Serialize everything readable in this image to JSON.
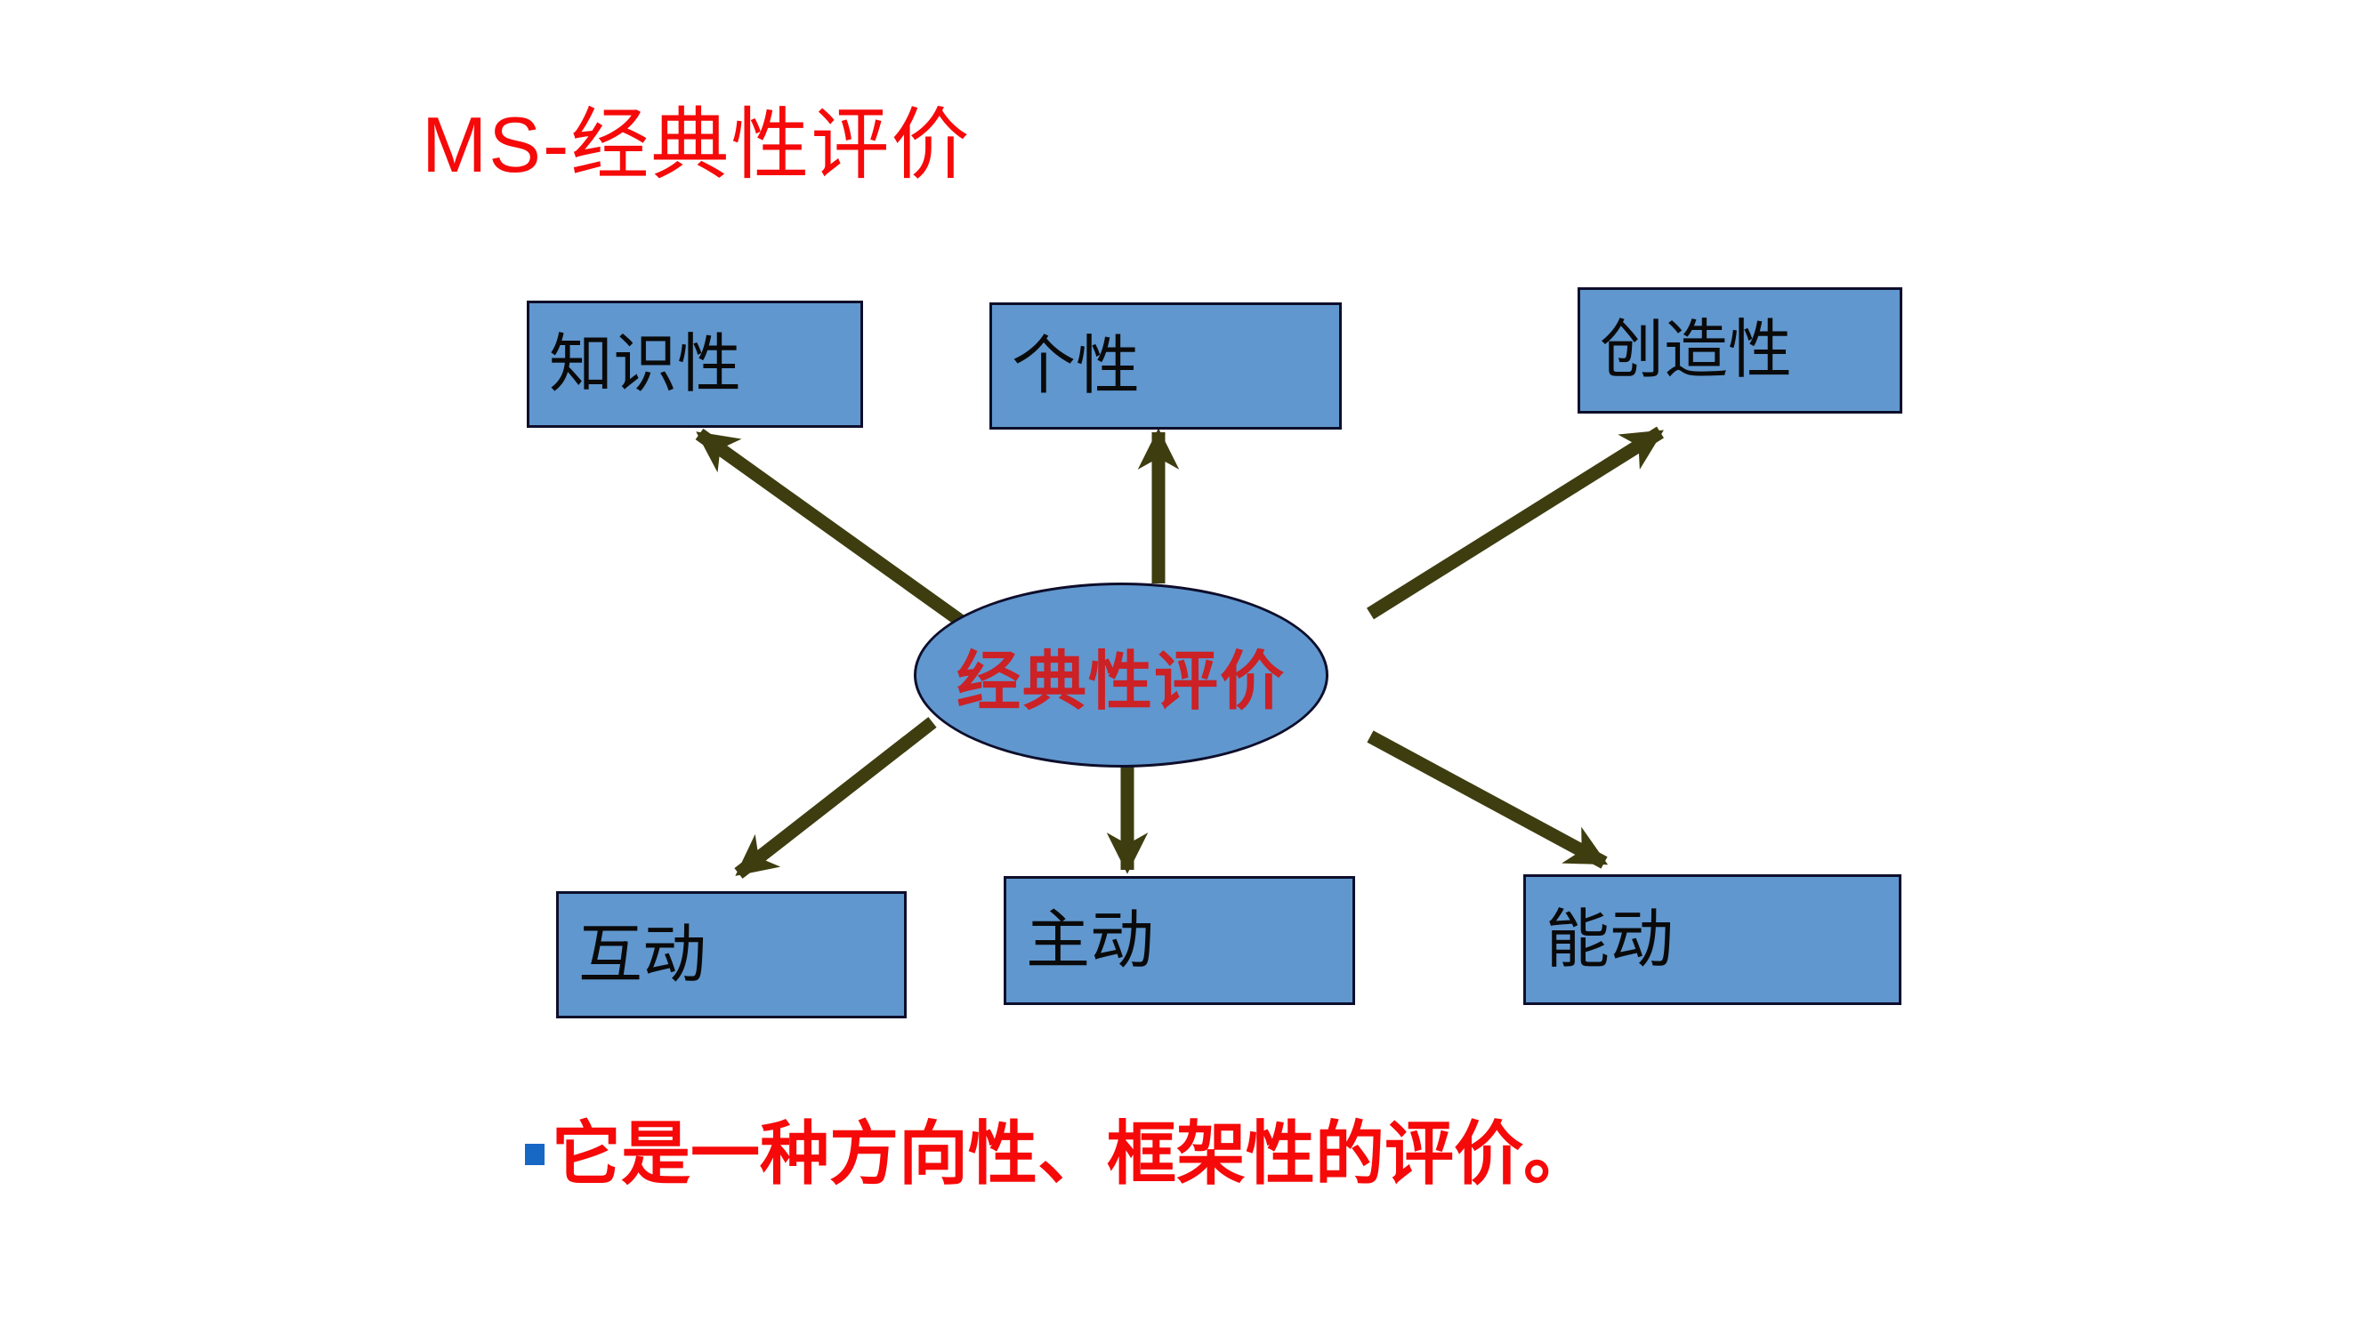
{
  "slide": {
    "title": {
      "prefix": "MS-",
      "main": "经典性评价"
    },
    "center": {
      "label": "经典性评价"
    },
    "nodes": [
      {
        "id": "knowledge",
        "label": "知识性",
        "position": "top-left"
      },
      {
        "id": "personality",
        "label": "个性",
        "position": "top-center"
      },
      {
        "id": "creativity",
        "label": "创造性",
        "position": "top-right"
      },
      {
        "id": "interaction",
        "label": "互动",
        "position": "bottom-left"
      },
      {
        "id": "initiative",
        "label": "主动",
        "position": "bottom-center"
      },
      {
        "id": "agency",
        "label": "能动",
        "position": "bottom-right"
      }
    ],
    "edges": [
      {
        "from": "center",
        "to": "knowledge"
      },
      {
        "from": "center",
        "to": "personality"
      },
      {
        "from": "center",
        "to": "creativity"
      },
      {
        "from": "center",
        "to": "interaction"
      },
      {
        "from": "center",
        "to": "initiative"
      },
      {
        "from": "center",
        "to": "agency"
      }
    ],
    "note": {
      "text": "它是一种方向性、框架性的评价。"
    }
  },
  "colors": {
    "title_red": "#f60909",
    "center_text_red": "#cc2125",
    "note_red": "#f60909",
    "node_fill": "#6097ce",
    "node_border": "#0e0e2b",
    "node_text": "#0a0a0a",
    "arrow_olive": "#3e3d10",
    "bullet_blue": "#1767c5",
    "background": "#ffffff"
  }
}
